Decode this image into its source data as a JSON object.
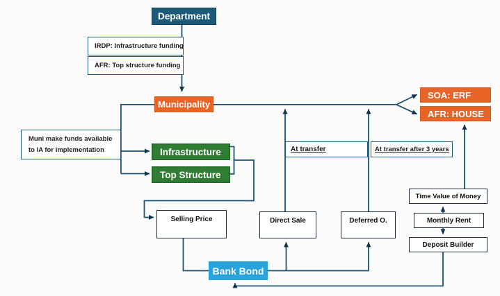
{
  "diagram_title": "Housing funding and transfer flow diagram",
  "colors": {
    "department_teal": "#1d5a78",
    "orange": "#e96427",
    "green": "#2e7d33",
    "bank_blue": "#29a3dc",
    "line": "#1b5276",
    "box_border_dark": "#1f2d3d",
    "background": "#fcfcfc"
  },
  "nodes": {
    "department": "Department",
    "irdp_note": "IRDP: Infrastructure funding",
    "afr_note": "AFR: Top structure funding",
    "municipality": "Municipality",
    "muni_note": {
      "line1": "Muni make funds available",
      "line2": "to IA for implementation"
    },
    "infrastructure": "Infrastructure",
    "top_structure": "Top Structure",
    "soa_erf": "SOA: ERF",
    "afr_house": "AFR: HOUSE",
    "at_transfer": "At transfer",
    "at_transfer_3yr": "At transfer after 3 years",
    "selling_price": "Selling Price",
    "direct_sale": "Direct Sale",
    "deferred_o": "Deferred O.",
    "time_value": "Time Value of Money",
    "monthly_rent": "Monthly Rent",
    "deposit_builder": "Deposit  Builder",
    "bank_bond": "Bank Bond"
  }
}
